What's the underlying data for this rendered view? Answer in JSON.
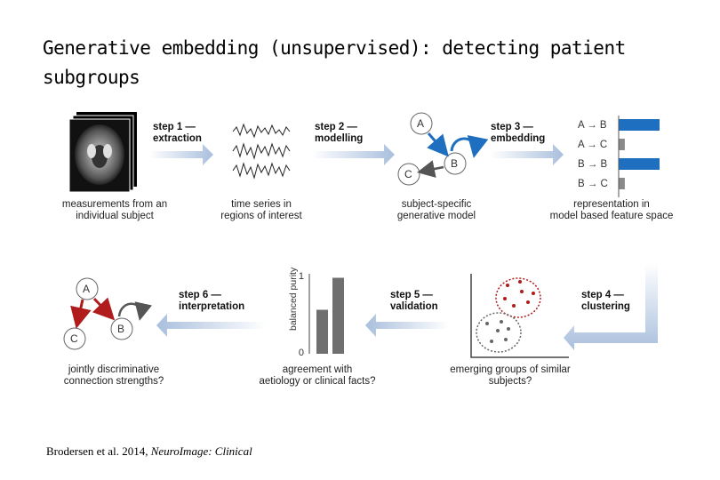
{
  "slide": {
    "title": "Generative embedding (unsupervised): detecting patient subgroups",
    "citation_authors": "Brodersen et al. 2014, ",
    "citation_journal": "NeuroImage: Clinical"
  },
  "steps": [
    {
      "label": "step 1 —\nextraction"
    },
    {
      "label": "step 2 —\nmodelling"
    },
    {
      "label": "step 3 —\nembedding"
    },
    {
      "label": "step 4 —\nclustering"
    },
    {
      "label": "step 5 —\nvalidation"
    },
    {
      "label": "step 6 —\ninterpretation"
    }
  ],
  "captions": {
    "measurements": "measurements  from an\nindividual subject",
    "timeseries": "time series in\nregions of interest",
    "generative": "subject-specific\ngenerative model",
    "representation": "representation  in\nmodel based  feature space",
    "groups": "emerging groups of similar\nsubjects?",
    "agreement": "agreement  with\naetiology  or clinical facts?",
    "jointly": "jointly discriminative\nconnection strengths?"
  },
  "nodes": {
    "a": "A",
    "b": "B",
    "c": "C"
  },
  "feature_space": {
    "rows": [
      {
        "label": "A → B",
        "value": 1.0,
        "color": "#1f6fc0"
      },
      {
        "label": "A → C",
        "value": 0.15,
        "color": "#8a8a8a"
      },
      {
        "label": "B → B",
        "value": 1.0,
        "color": "#1f6fc0"
      },
      {
        "label": "B → C",
        "value": 0.15,
        "color": "#8a8a8a"
      }
    ]
  },
  "validation_chart": {
    "ylabel": "balanced purity",
    "ytick_top": "1",
    "ytick_bottom": "0",
    "values": [
      0.55,
      0.95
    ]
  },
  "colors": {
    "accent_blue": "#1f6fc0",
    "accent_red": "#b01c1c",
    "arrow_fill": "#c9d7ea"
  }
}
